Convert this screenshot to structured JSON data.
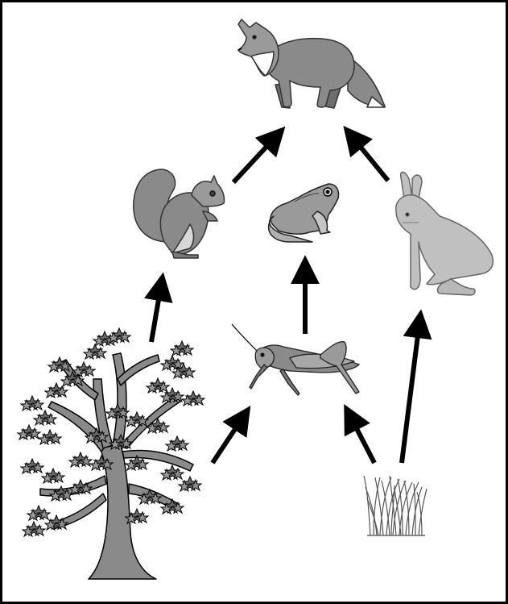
{
  "diagram": {
    "type": "food-web",
    "organisms": [
      {
        "id": "fox",
        "icon": "fox-icon"
      },
      {
        "id": "squirrel",
        "icon": "squirrel-icon"
      },
      {
        "id": "frog",
        "icon": "frog-icon"
      },
      {
        "id": "rabbit",
        "icon": "rabbit-icon"
      },
      {
        "id": "tree",
        "icon": "tree-icon"
      },
      {
        "id": "grasshopper",
        "icon": "grasshopper-icon"
      },
      {
        "id": "grass",
        "icon": "grass-icon"
      }
    ],
    "links": [
      {
        "from": "squirrel",
        "to": "fox"
      },
      {
        "from": "rabbit",
        "to": "fox"
      },
      {
        "from": "tree",
        "to": "squirrel"
      },
      {
        "from": "grasshopper",
        "to": "frog"
      },
      {
        "from": "tree",
        "to": "grasshopper"
      },
      {
        "from": "grass",
        "to": "grasshopper"
      },
      {
        "from": "grass",
        "to": "rabbit"
      }
    ],
    "colors": {
      "border": "#000000",
      "arrow": "#000000",
      "animal_dark": "#8a8a8a",
      "animal_light": "#c4c4c4",
      "outline": "#222222"
    }
  }
}
